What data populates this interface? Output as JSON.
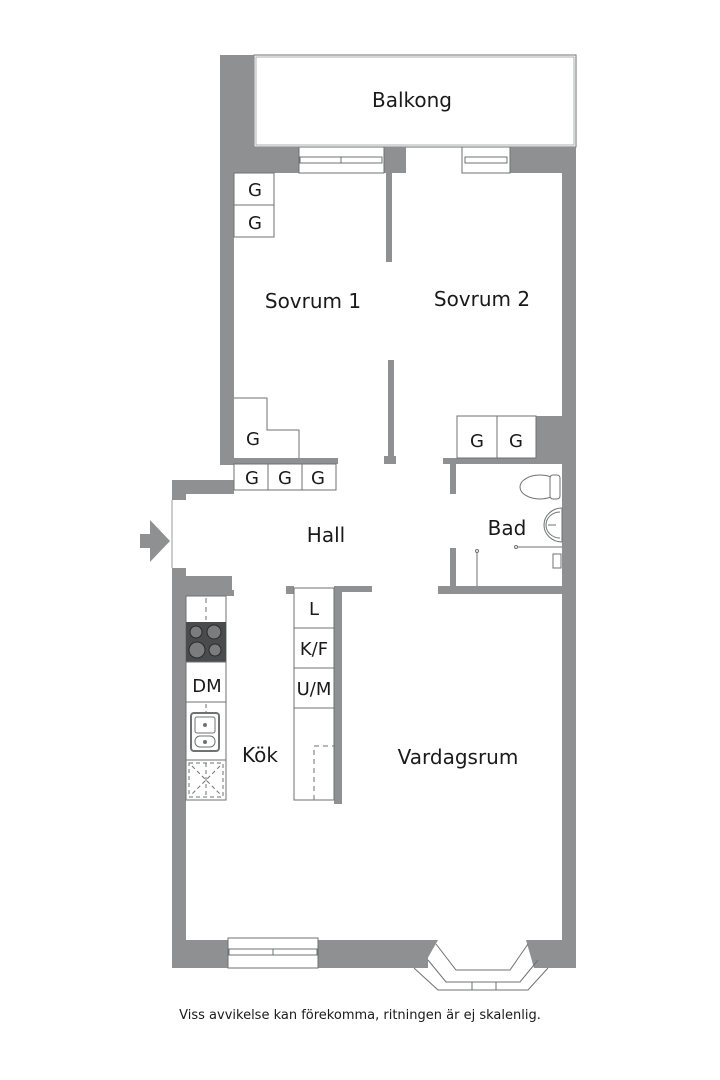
{
  "plan": {
    "wall_color": "#8e9091",
    "line_color": "#6f7172",
    "background": "#ffffff",
    "rooms": [
      {
        "id": "balkong",
        "label": "Balkong"
      },
      {
        "id": "sovrum1",
        "label": "Sovrum 1"
      },
      {
        "id": "sovrum2",
        "label": "Sovrum 2"
      },
      {
        "id": "hall",
        "label": "Hall"
      },
      {
        "id": "bad",
        "label": "Bad"
      },
      {
        "id": "kok",
        "label": "Kök"
      },
      {
        "id": "vardagsrum",
        "label": "Vardagsrum"
      }
    ],
    "closets": {
      "sovrum1_top": [
        "G",
        "G"
      ],
      "sovrum1_corner": "G",
      "hall_row": [
        "G",
        "G",
        "G"
      ],
      "sovrum2_row": [
        "G",
        "G"
      ]
    },
    "kitchen": {
      "left_unit": [
        "stove",
        "DM",
        "sink",
        "cabinet"
      ],
      "right_unit": [
        "L",
        "K/F",
        "U/M"
      ]
    },
    "entrance_icon": "arrow-right-icon",
    "fixtures": [
      "toilet-icon",
      "washbasin-icon",
      "shower-icon",
      "stove-icon",
      "sink-icon"
    ]
  },
  "footer": {
    "disclaimer": "Viss avvikelse kan förekomma, ritningen är ej skalenlig."
  }
}
